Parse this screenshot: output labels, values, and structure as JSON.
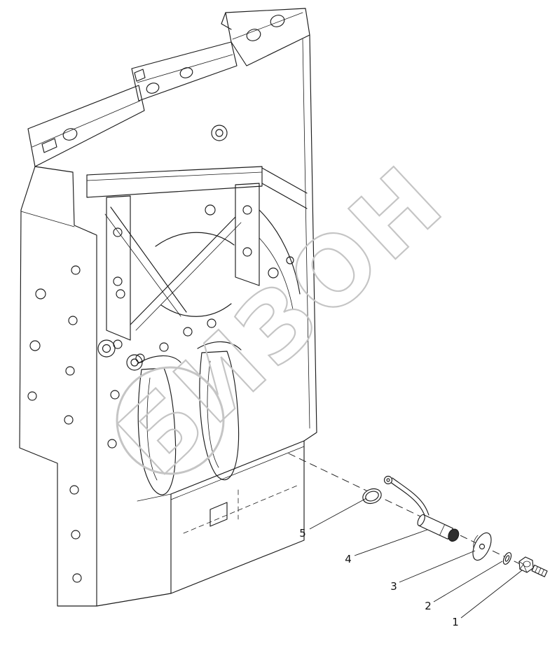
{
  "watermark": {
    "text": "БИЗОН"
  },
  "colors": {
    "line": "#1c1c1c",
    "watermark": "#c5c5c5",
    "background": "#ffffff"
  },
  "callouts": [
    {
      "label": "5"
    },
    {
      "label": "4"
    },
    {
      "label": "3"
    },
    {
      "label": "2"
    },
    {
      "label": "1"
    }
  ]
}
